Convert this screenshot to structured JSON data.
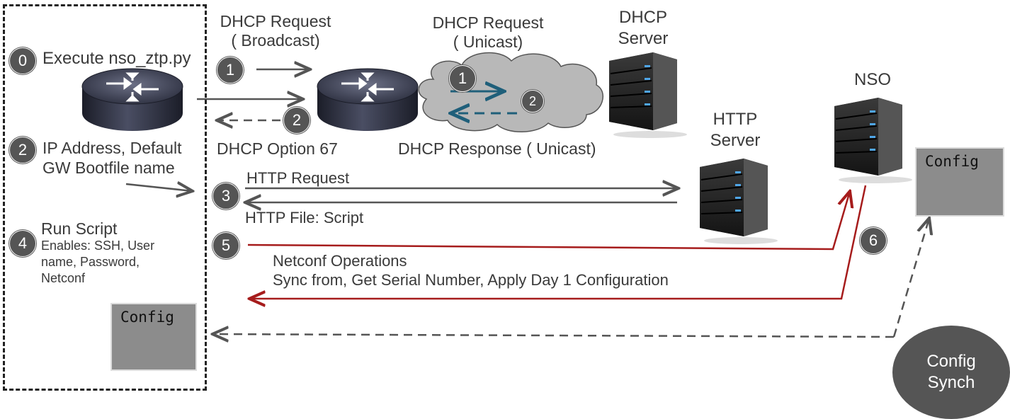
{
  "device": {
    "step0_badge": "0",
    "step0_text": "Execute nso_ztp.py",
    "step2_badge": "2",
    "step2_line1": "IP Address, Default",
    "step2_line2": "GW Bootfile name",
    "step4_badge": "4",
    "step4_title": "Run Script",
    "step4_line1": "Enables: SSH, User",
    "step4_line2": "name, Password,",
    "step4_line3": "Netconf",
    "config_label": "Config"
  },
  "relay": {
    "request_badge": "1",
    "request_line1": "DHCP Request",
    "request_line2": "( Broadcast)",
    "response_badge": "2",
    "response_text": "DHCP Option 67"
  },
  "dhcp": {
    "server_line1": "DHCP",
    "server_line2": "Server",
    "unicast_line1": "DHCP Request",
    "unicast_line2": "( Unicast)",
    "cloud_badge1": "1",
    "cloud_badge2": "2",
    "response_text": "DHCP Response ( Unicast)"
  },
  "http": {
    "server_line1": "HTTP",
    "server_line2": "Server",
    "badge": "3",
    "request_text": "HTTP Request",
    "file_text": "HTTP File: Script"
  },
  "netconf": {
    "badge": "5",
    "line1": "Netconf Operations",
    "line2": "Sync from, Get Serial Number, Apply Day 1 Configuration"
  },
  "nso": {
    "label": "NSO",
    "badge": "6",
    "config_label": "Config",
    "synch_line1": "Config",
    "synch_line2": "Synch"
  },
  "colors": {
    "gray_arrow": "#555555",
    "teal_arrow": "#1f5f7a",
    "red_arrow": "#a61c1c",
    "cloud": "#b8b8b8",
    "badge": "#555555"
  }
}
